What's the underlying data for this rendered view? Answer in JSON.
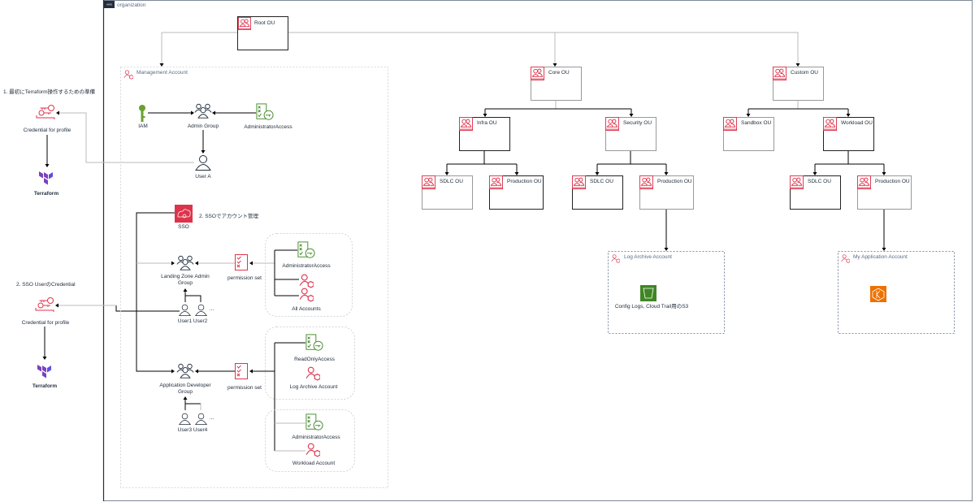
{
  "organization": {
    "label": "organization",
    "logo": "AWS"
  },
  "ou": {
    "root": "Root OU",
    "core": "Core OU",
    "custom": "Custom OU",
    "infra": "Infra OU",
    "security": "Security OU",
    "sandbox": "Sandbox OU",
    "workload": "Workload OU",
    "infra_sdlc": "SDLC OU",
    "infra_prod": "Production OU",
    "sec_sdlc": "SDLC OU",
    "sec_prod": "Production OU",
    "wl_sdlc": "SDLC OU",
    "wl_prod": "Production OU"
  },
  "accounts": {
    "log_archive": {
      "title": "Log Archive Account",
      "s3_label": "Config Logs, Cloud Trail用のS3"
    },
    "my_app": {
      "title": "My Application Account"
    }
  },
  "management": {
    "title": "Management Account",
    "iam": "IAM",
    "admin_group": "Admin Group",
    "admin_access": "AdministratorAccess",
    "user_a": "User A",
    "sso": "SSO",
    "sso_note": "2. SSOでアカウント管理",
    "lz_group_line1": "Landing Zone Admin",
    "lz_group_line2": "Group",
    "perm_set_1": "permission set",
    "box1_policy": "AdministratorAccess",
    "box1_accounts": "All Accounts",
    "users_12": "User1  User2",
    "ellipsis": "...",
    "app_group_line1": "Application Developer",
    "app_group_line2": "Group",
    "perm_set_2": "permission set",
    "box2_policy": "ReadOnlyAccess",
    "box2_account": "Log Archive Account",
    "box3_policy": "AdministratorAccess",
    "box3_account": "Workload Account",
    "users_34": "User3  User4"
  },
  "left": {
    "step1": "1. 最初にTerraform操作するための準備",
    "cred1": "Credential for profile",
    "tf1": "Terraform",
    "step2": "2. SSO UserのCredential",
    "cred2": "Credential for profile",
    "tf2": "Terraform"
  },
  "colors": {
    "red": "#dd344c",
    "green": "#3f8624",
    "s3": "#3f8624",
    "orange": "#ed7100",
    "terraform": "#7b42bc"
  }
}
